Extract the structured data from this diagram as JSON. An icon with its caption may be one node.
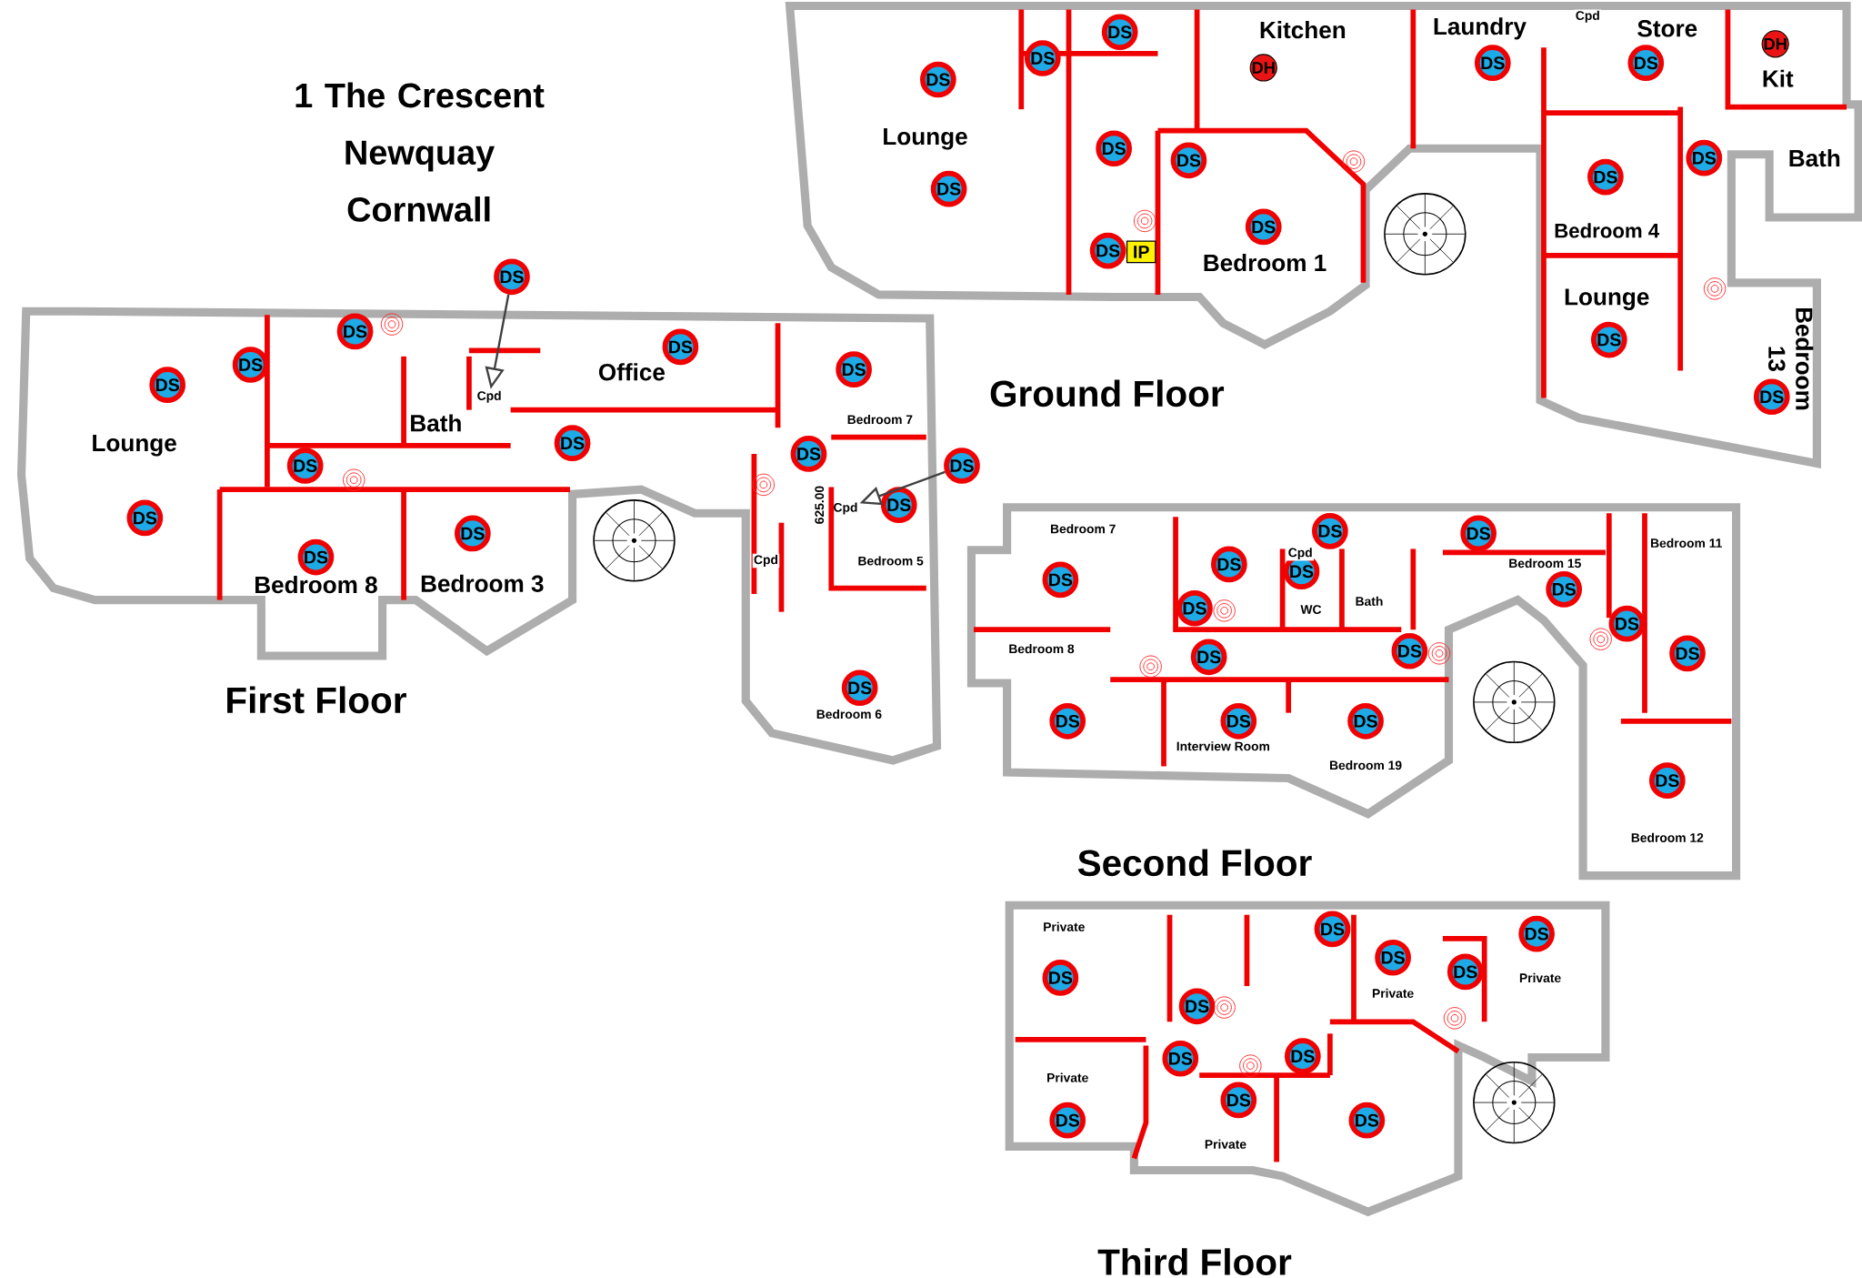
{
  "diagram": {
    "title": "1 The Crescent Newquay Cornwall",
    "nodes": [
      {
        "text": [
          "DS"
        ]
      },
      {
        "text": [
          "DS"
        ]
      },
      {
        "text": [
          "DS"
        ]
      },
      {
        "text": [
          "DH"
        ]
      },
      {
        "text": [
          "DS"
        ]
      },
      {
        "text": [
          "DH"
        ]
      },
      {
        "text": [
          "DS"
        ]
      },
      {
        "text": [
          "DS"
        ]
      },
      {
        "text": [
          "DS"
        ]
      },
      {
        "text": [
          "DS"
        ]
      },
      {
        "text": [
          "DS"
        ]
      },
      {
        "text": [
          "DS"
        ]
      },
      {
        "text": [
          "DS"
        ]
      },
      {
        "text": [
          "DS"
        ]
      },
      {
        "text": [
          "IP"
        ]
      },
      {
        "text": [
          "DS"
        ]
      },
      {
        "text": [
          "DS"
        ]
      },
      {
        "text": [
          "DS"
        ]
      },
      {
        "text": [
          "DS"
        ]
      },
      {
        "text": [
          "DS"
        ]
      },
      {
        "text": [
          "DS"
        ]
      },
      {
        "text": [
          "DS"
        ]
      },
      {
        "text": [
          "DS"
        ]
      },
      {
        "text": [
          "Cpd"
        ]
      },
      {
        "text": [
          "DS"
        ]
      },
      {
        "text": [
          "DS"
        ]
      },
      {
        "text": [
          "DS"
        ]
      },
      {
        "text": [
          "DS"
        ]
      },
      {
        "text": [
          "DS"
        ]
      },
      {
        "text": [
          "Cpd"
        ]
      },
      {
        "text": [
          "DS"
        ]
      },
      {
        "text": [
          "DS"
        ]
      },
      {
        "text": [
          "DS"
        ]
      },
      {
        "text": [
          "DS"
        ]
      },
      {
        "text": [
          "DS"
        ]
      },
      {
        "text": [
          "DS"
        ]
      },
      {
        "text": [
          "DS"
        ]
      },
      {
        "text": [
          "DS"
        ]
      },
      {
        "text": [
          "DS"
        ]
      },
      {
        "text": [
          "DS"
        ]
      },
      {
        "text": [
          "DS"
        ]
      },
      {
        "text": [
          "DS"
        ]
      },
      {
        "text": [
          "DS"
        ]
      },
      {
        "text": [
          "DS"
        ]
      },
      {
        "text": [
          "DS"
        ]
      },
      {
        "text": [
          "DS"
        ]
      },
      {
        "text": [
          "DS"
        ]
      },
      {
        "text": [
          "DS"
        ]
      },
      {
        "text": [
          "DS"
        ]
      },
      {
        "text": [
          "DS"
        ]
      },
      {
        "text": [
          "DS"
        ]
      },
      {
        "text": [
          "DS"
        ]
      },
      {
        "text": [
          "DS"
        ]
      },
      {
        "text": [
          "DS"
        ]
      },
      {
        "text": [
          "DS"
        ]
      },
      {
        "text": [
          "DS"
        ]
      },
      {
        "text": [
          "DS"
        ]
      },
      {
        "text": [
          "DS"
        ]
      },
      {
        "text": [
          "DS"
        ]
      },
      {
        "text": [
          "DS"
        ]
      }
    ],
    "edges": [
      {
        "from": 17,
        "to": 23,
        "arrow": "to"
      },
      {
        "from": 27,
        "to": 29,
        "arrow": "to"
      }
    ],
    "labels": [
      "Kitchen",
      "Laundry",
      "Cpd",
      "Store",
      "Kit",
      "Lounge",
      "Bath",
      "Bedroom 4",
      "Bedroom 1",
      "Lounge",
      "Bedroom 13",
      "Ground Floor",
      "Office",
      "Bath",
      "Bedroom 7",
      "Lounge",
      "625.00",
      "Bedroom 5",
      "Cpd",
      "Bedroom 3",
      "Bedroom 8",
      "First Floor",
      "Bedroom 6",
      "Bedroom 7",
      "Bedroom 11",
      "Cpd",
      "Bedroom 15",
      "Bath",
      "WC",
      "Bedroom 8",
      "Interview Room",
      "Bedroom 19",
      "Bedroom 12",
      "Second Floor",
      "Private",
      "Private",
      "Private",
      "Private",
      "Private",
      "Third Floor"
    ]
  }
}
